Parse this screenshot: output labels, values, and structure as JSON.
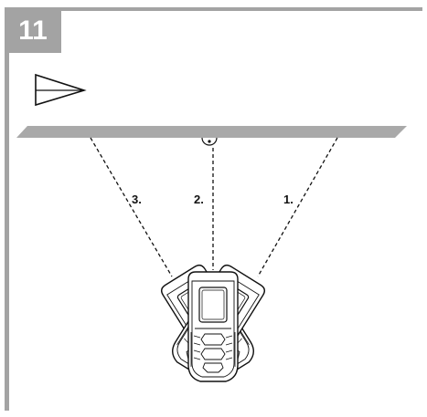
{
  "step": {
    "number": "11"
  },
  "icon": {
    "name": "laser-direction-triangle-icon"
  },
  "measurements": [
    {
      "label": "1."
    },
    {
      "label": "2."
    },
    {
      "label": "3."
    }
  ],
  "colors": {
    "frame": "#a3a3a3",
    "surface": "#a9a9a9",
    "line": "#111111"
  }
}
